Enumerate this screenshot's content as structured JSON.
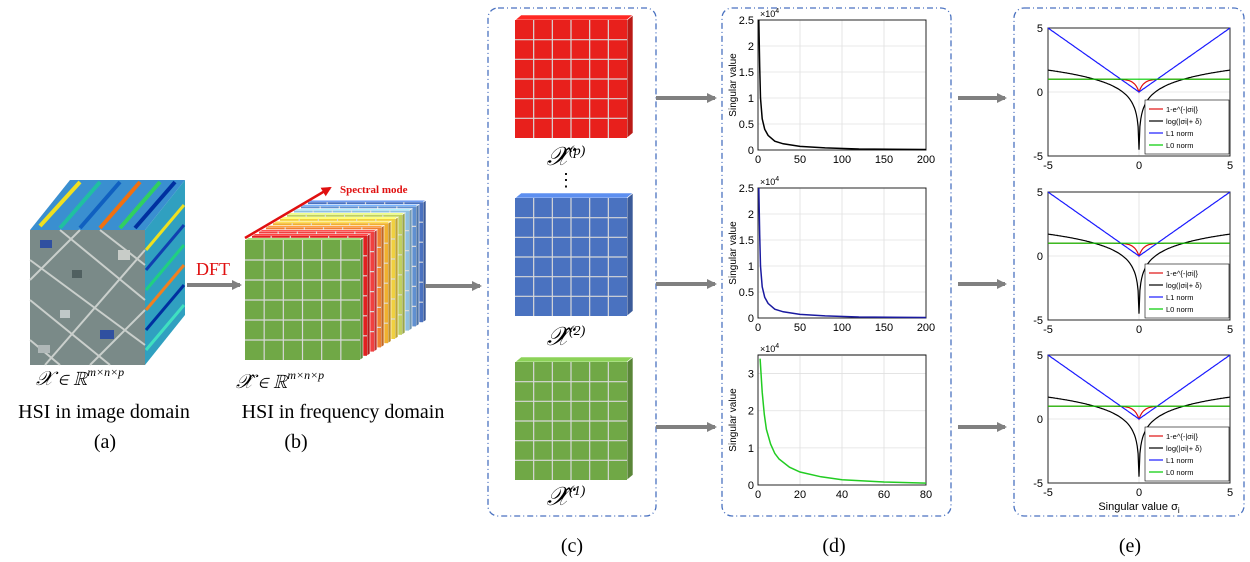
{
  "panel_a": {
    "math_label": "𝒳 ∈ ℝ",
    "math_sup": "m×n×p",
    "caption": "HSI in image domain",
    "letter": "(a)"
  },
  "dft_label": "DFT",
  "panel_b": {
    "spectral_label": "Spectral mode",
    "math_label": "𝒳̂ ∈ ℝ",
    "math_sup": "m×n×p",
    "caption": "HSI in frequency domain",
    "letter": "(b)"
  },
  "panel_c": {
    "letter": "(c)",
    "slices": [
      {
        "symbol": "𝒳̂",
        "sup": "(p)",
        "color": "#e8201c"
      },
      {
        "symbol": "𝒳̂",
        "sup": "(2)",
        "color": "#4a72c0"
      },
      {
        "symbol": "𝒳̂",
        "sup": "(1)",
        "color": "#70a846"
      }
    ],
    "ellipsis": "⋮"
  },
  "panel_d": {
    "letter": "(d)",
    "ylabel": "Singular value",
    "exponent": "×10",
    "exponent_power": "4"
  },
  "panel_e": {
    "letter": "(e)",
    "xlabel": "Singular value σ",
    "xlabel_sub": "i",
    "legend": [
      {
        "label": "1-e^{-|σi|}",
        "color": "#e01010"
      },
      {
        "label": "log(|σi|+ δ)",
        "color": "#000000"
      },
      {
        "label": "L1 norm",
        "color": "#1a1aff"
      },
      {
        "label": "L0 norm",
        "color": "#00cc00"
      }
    ]
  },
  "chart_data": [
    {
      "type": "line",
      "ylabel": "Singular value",
      "ylim": [
        0,
        2.5
      ],
      "y_exponent": "×10^4",
      "xlim": [
        0,
        200
      ],
      "x_ticks": [
        0,
        50,
        100,
        150,
        200
      ],
      "y_ticks": [
        0,
        0.5,
        1,
        1.5,
        2,
        2.5
      ],
      "grid": true,
      "series": [
        {
          "color": "#000000",
          "x": [
            1,
            2,
            3,
            5,
            8,
            12,
            20,
            30,
            50,
            80,
            120,
            200
          ],
          "y": [
            2.5,
            1.6,
            1.0,
            0.6,
            0.4,
            0.28,
            0.17,
            0.12,
            0.07,
            0.04,
            0.02,
            0.01
          ]
        }
      ]
    },
    {
      "type": "line",
      "ylabel": "Singular value",
      "ylim": [
        0,
        2.5
      ],
      "y_exponent": "×10^4",
      "xlim": [
        0,
        200
      ],
      "x_ticks": [
        0,
        50,
        100,
        150,
        200
      ],
      "y_ticks": [
        0,
        0.5,
        1,
        1.5,
        2,
        2.5
      ],
      "grid": true,
      "series": [
        {
          "color": "#1a1aa0",
          "x": [
            1,
            2,
            3,
            5,
            8,
            12,
            20,
            30,
            50,
            80,
            120,
            200
          ],
          "y": [
            2.5,
            1.6,
            1.0,
            0.6,
            0.4,
            0.28,
            0.17,
            0.12,
            0.07,
            0.04,
            0.02,
            0.01
          ]
        }
      ]
    },
    {
      "type": "line",
      "ylabel": "Singular value",
      "ylim": [
        0,
        3.5
      ],
      "y_exponent": "×10^4",
      "xlim": [
        0,
        80
      ],
      "x_ticks": [
        0,
        20,
        40,
        60,
        80
      ],
      "y_ticks": [
        0,
        1,
        2,
        3
      ],
      "grid": true,
      "series": [
        {
          "color": "#22cc22",
          "x": [
            1,
            2,
            3,
            4,
            6,
            8,
            10,
            15,
            20,
            30,
            40,
            60,
            80
          ],
          "y": [
            3.4,
            2.5,
            1.9,
            1.5,
            1.1,
            0.85,
            0.7,
            0.48,
            0.35,
            0.22,
            0.14,
            0.08,
            0.05
          ]
        }
      ]
    },
    {
      "type": "line",
      "xlim": [
        -5,
        5
      ],
      "ylim": [
        -5,
        5
      ],
      "x_ticks": [
        -5,
        0,
        5
      ],
      "y_ticks": [
        -5,
        0,
        5
      ],
      "grid": true,
      "legend_position": "bottom-right",
      "series": [
        {
          "name": "1-e^{-|σi|}",
          "color": "#e01010",
          "kind": "exp"
        },
        {
          "name": "log(|σi|+ δ)",
          "color": "#000000",
          "kind": "log"
        },
        {
          "name": "L1 norm",
          "color": "#1a1aff",
          "kind": "abs"
        },
        {
          "name": "L0 norm",
          "color": "#00cc00",
          "kind": "const"
        }
      ]
    },
    {
      "type": "line",
      "xlim": [
        -5,
        5
      ],
      "ylim": [
        -5,
        5
      ],
      "x_ticks": [
        -5,
        0,
        5
      ],
      "y_ticks": [
        -5,
        0,
        5
      ],
      "grid": true,
      "legend_position": "bottom-right",
      "series": [
        {
          "name": "1-e^{-|σi|}",
          "color": "#e01010",
          "kind": "exp"
        },
        {
          "name": "log(|σi|+ δ)",
          "color": "#000000",
          "kind": "log"
        },
        {
          "name": "L1 norm",
          "color": "#1a1aff",
          "kind": "abs"
        },
        {
          "name": "L0 norm",
          "color": "#00cc00",
          "kind": "const"
        }
      ]
    },
    {
      "type": "line",
      "xlabel": "Singular value σi",
      "xlim": [
        -5,
        5
      ],
      "ylim": [
        -5,
        5
      ],
      "x_ticks": [
        -5,
        0,
        5
      ],
      "y_ticks": [
        -5,
        0,
        5
      ],
      "grid": true,
      "legend_position": "bottom-right",
      "series": [
        {
          "name": "1-e^{-|σi|}",
          "color": "#e01010",
          "kind": "exp"
        },
        {
          "name": "log(|σi|+ δ)",
          "color": "#000000",
          "kind": "log"
        },
        {
          "name": "L1 norm",
          "color": "#1a1aff",
          "kind": "abs"
        },
        {
          "name": "L0 norm",
          "color": "#00cc00",
          "kind": "const"
        }
      ]
    }
  ]
}
